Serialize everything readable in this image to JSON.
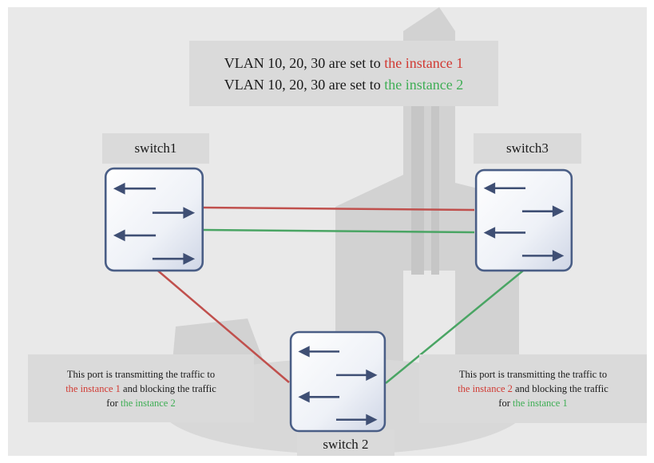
{
  "vlan_info": {
    "line1_prefix": "VLAN 10, 20, 30 are set to ",
    "line1_instance": "the instance 1",
    "line2_prefix": "VLAN 10, 20, 30 are set to ",
    "line2_instance": "the instance 2"
  },
  "switches": {
    "switch1": "switch1",
    "switch3": "switch3",
    "switch2": "switch 2"
  },
  "note_left": {
    "line1": "This port is transmitting the traffic to",
    "instance_a": "the instance 1",
    "middle": " and blocking the traffic",
    "for": "for ",
    "instance_b": "the instance 2"
  },
  "note_right": {
    "line1": "This port is transmitting the traffic to",
    "instance_a": "the instance 2",
    "middle": " and blocking the traffic",
    "for": "for ",
    "instance_b": "the instance 1"
  },
  "colors": {
    "instance_1": "#c0504d",
    "instance_2": "#4aa564",
    "switch_border": "#4a5e86"
  }
}
